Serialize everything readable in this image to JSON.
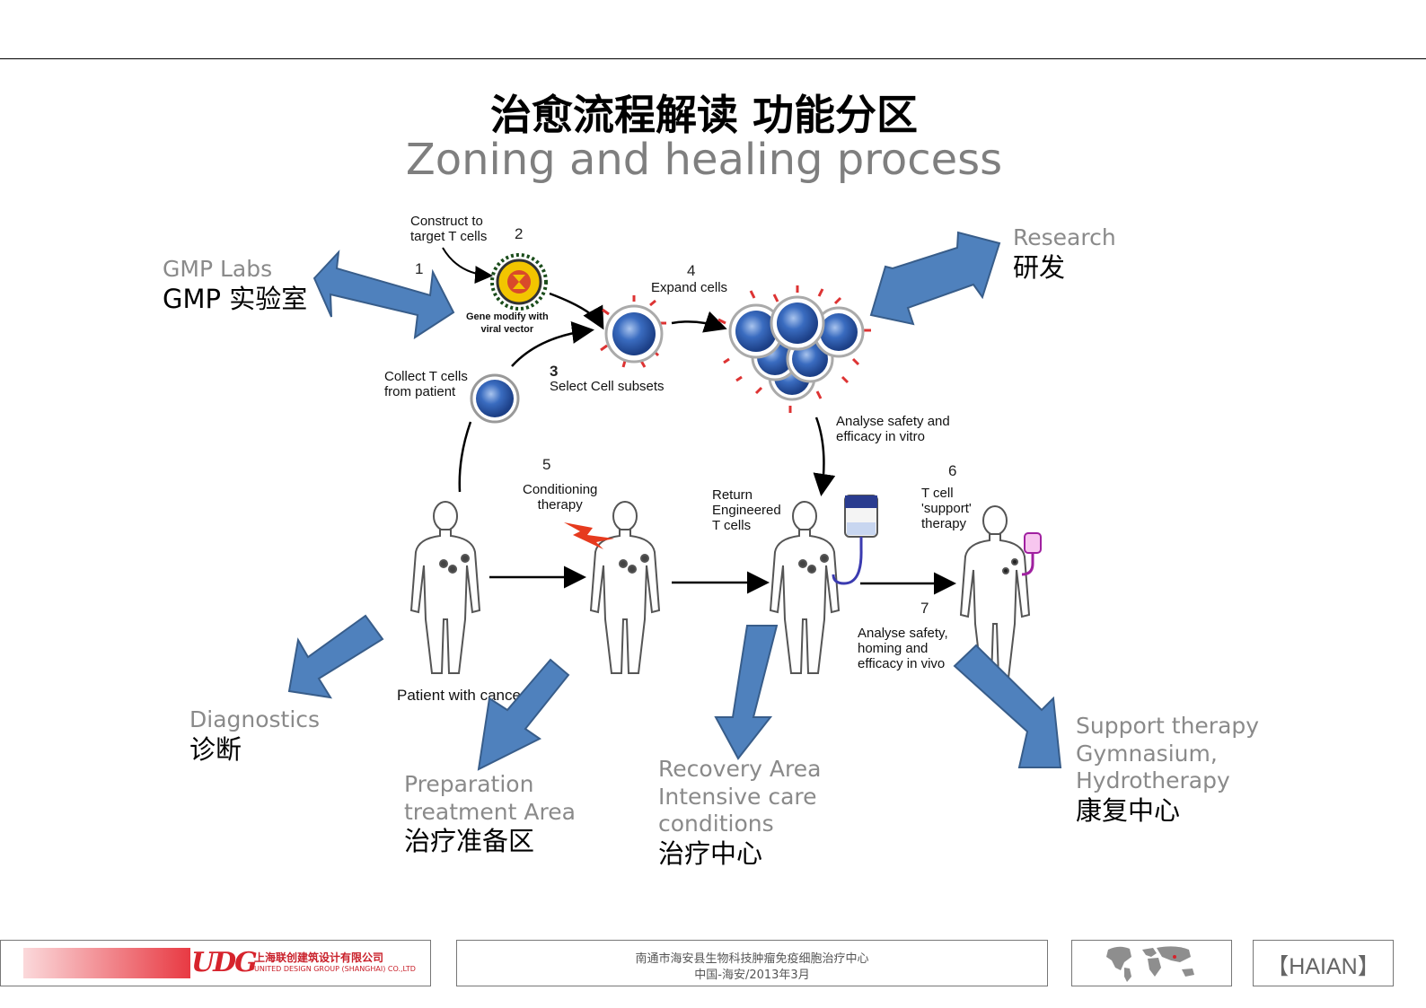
{
  "title": {
    "cn": "治愈流程解读 功能分区",
    "en": "Zoning and healing process"
  },
  "zones": {
    "gmp": {
      "en": "GMP Labs",
      "cn": "GMP 实验室"
    },
    "research": {
      "en": "Research",
      "cn": "研发"
    },
    "diagnostics": {
      "en": "Diagnostics",
      "cn": "诊断"
    },
    "preparation": {
      "en": "Preparation\ntreatment Area",
      "cn": "治疗准备区"
    },
    "recovery": {
      "en": "Recovery Area\nIntensive care\nconditions",
      "cn": "治疗中心"
    },
    "support": {
      "en": "Support therapy\nGymnasium,\nHydrotherapy",
      "cn": "康复中心"
    }
  },
  "diagram": {
    "step1_num": "1",
    "step2_num": "2",
    "step3_num": "3",
    "step4_num": "4",
    "step5_num": "5",
    "step6_num": "6",
    "step7_num": "7",
    "construct": "Construct to\ntarget T cells",
    "gene_modify": "Gene modify with\nviral vector",
    "collect": "Collect T cells\nfrom patient",
    "select": "Select Cell subsets",
    "expand": "Expand cells",
    "analyse_vitro": "Analyse safety and\nefficacy in vitro",
    "conditioning": "Conditioning\ntherapy",
    "return": "Return\nEngineered\nT cells",
    "support": "T cell\n'support'\ntherapy",
    "analyse_vivo": "Analyse safety,\nhoming and\nefficacy in vivo",
    "patient": "Patient with cancer"
  },
  "footer": {
    "org_logo": "UDG",
    "org_cn": "上海联创建筑设计有限公司",
    "org_en": "UNITED DESIGN GROUP (SHANGHAI) CO.,LTD",
    "project_line1": "南通市海安县生物科技肿瘤免疫细胞治疗中心",
    "project_line2": "中国-海安/2013年3月",
    "brand": "【HAIAN】"
  },
  "colors": {
    "arrow_fill": "#4f81bd",
    "arrow_stroke": "#385d8a",
    "cell_fill": "#2f5aa8",
    "accent_red": "#d6232c"
  }
}
